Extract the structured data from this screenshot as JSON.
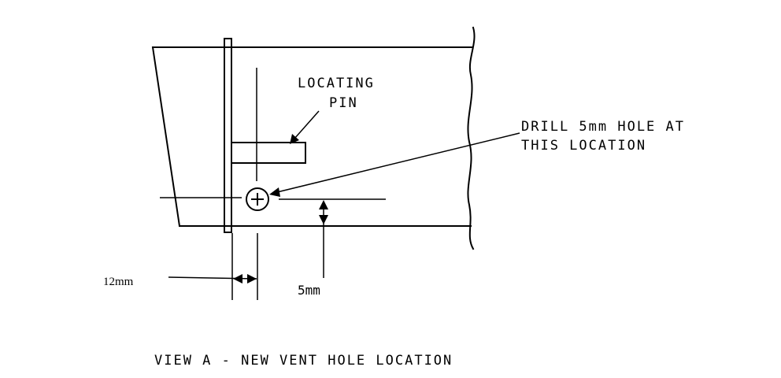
{
  "labels": {
    "locating_pin_line1": "LOCATING",
    "locating_pin_line2": "PIN",
    "drill_line1": "DRILL 5mm HOLE AT",
    "drill_line2": "THIS LOCATION",
    "dim_horizontal": "12mm",
    "dim_vertical": "5mm",
    "caption": "VIEW A - NEW VENT HOLE LOCATION"
  }
}
